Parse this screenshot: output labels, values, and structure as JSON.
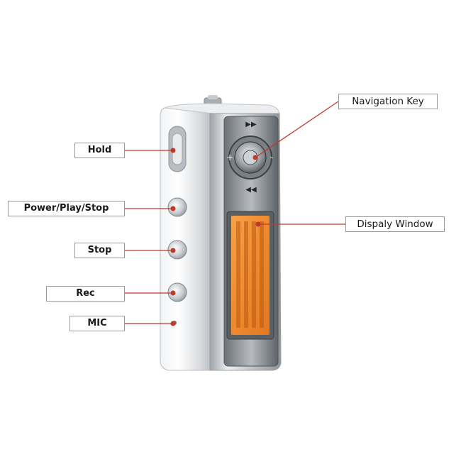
{
  "callouts": {
    "hold": "Hold",
    "power_play_stop": "Power/Play/Stop",
    "stop": "Stop",
    "rec": "Rec",
    "mic": "MIC",
    "navigation_key": "Navigation Key",
    "display_window": "Dispaly Window"
  },
  "colors": {
    "body_silver": "#cfd2d6",
    "screen_orange": "#f08a2e",
    "leader_line": "#c0392b",
    "label_border": "#9a9a9a"
  }
}
